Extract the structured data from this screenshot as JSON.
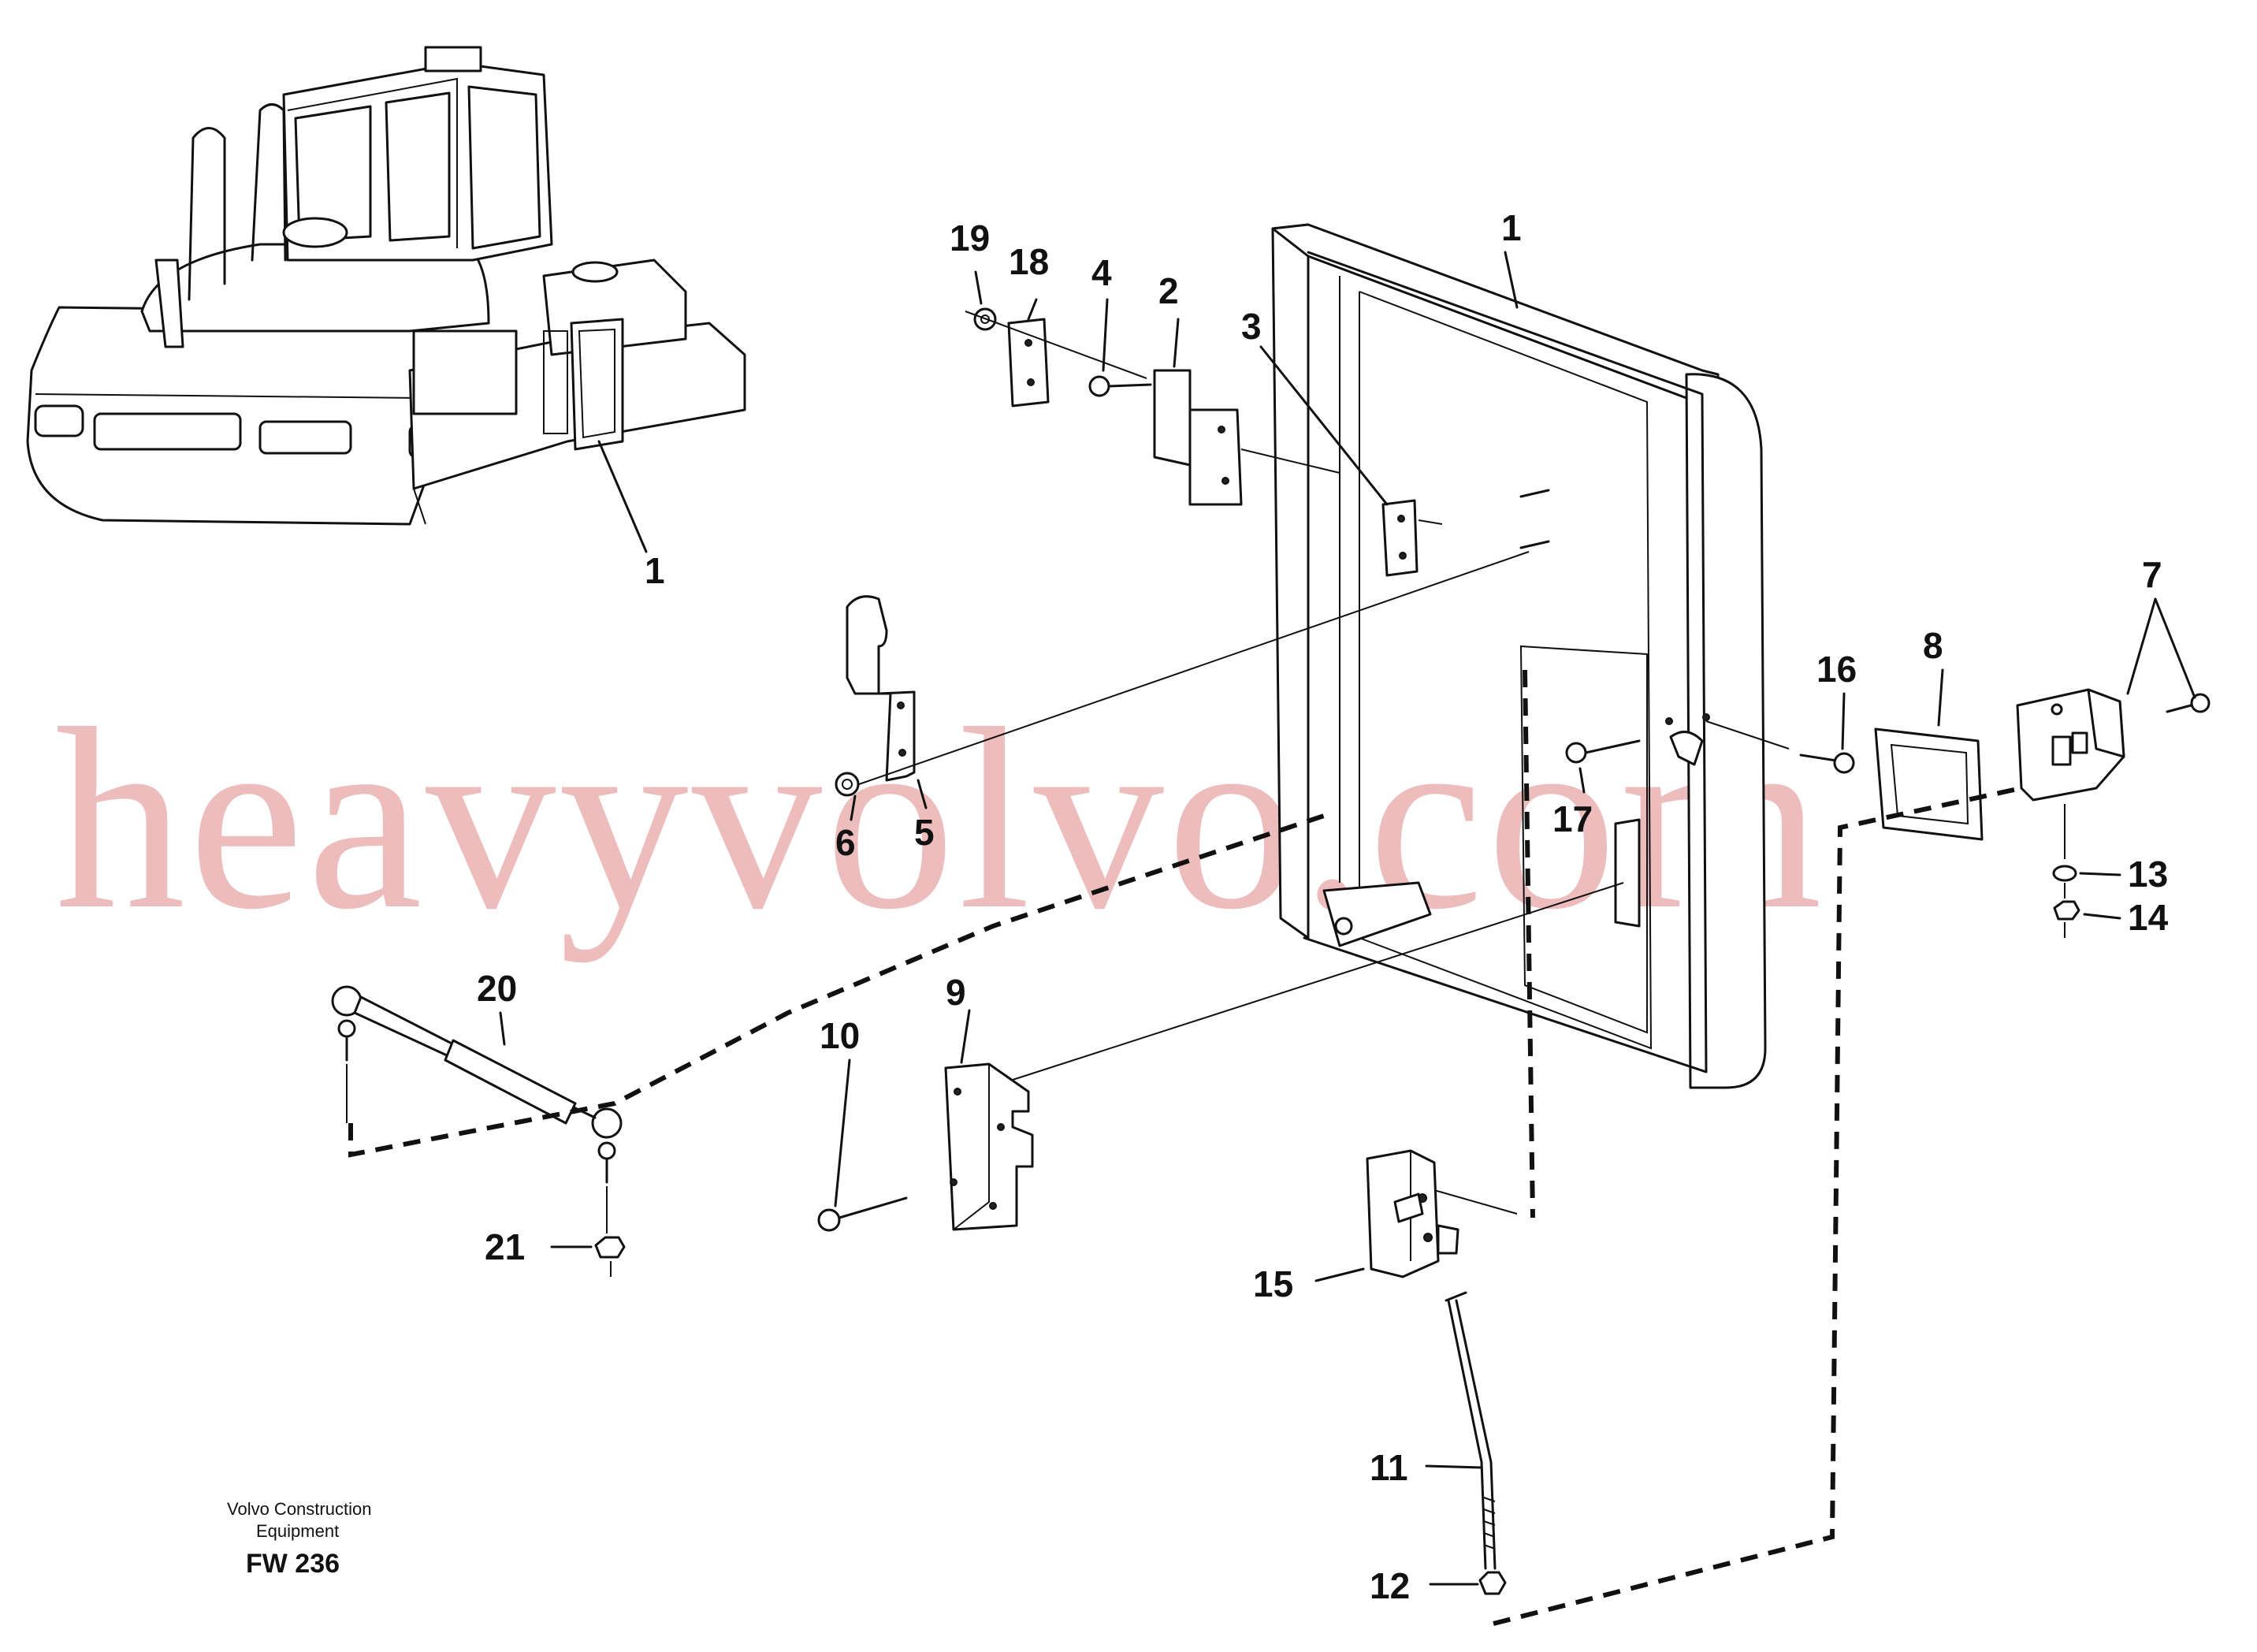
{
  "watermark": "heavyvolvo.com",
  "credit": {
    "line1": "Volvo Construction",
    "line2": "Equipment",
    "figure_ref": "FW 236"
  },
  "labels": {
    "p1_machine": "1",
    "p1": "1",
    "p2": "2",
    "p3": "3",
    "p4": "4",
    "p5": "5",
    "p6": "6",
    "p7": "7",
    "p8": "8",
    "p9": "9",
    "p10": "10",
    "p11": "11",
    "p12": "12",
    "p13": "13",
    "p14": "14",
    "p15": "15",
    "p16": "16",
    "p17": "17",
    "p18": "18",
    "p19": "19",
    "p20": "20",
    "p21": "21"
  }
}
